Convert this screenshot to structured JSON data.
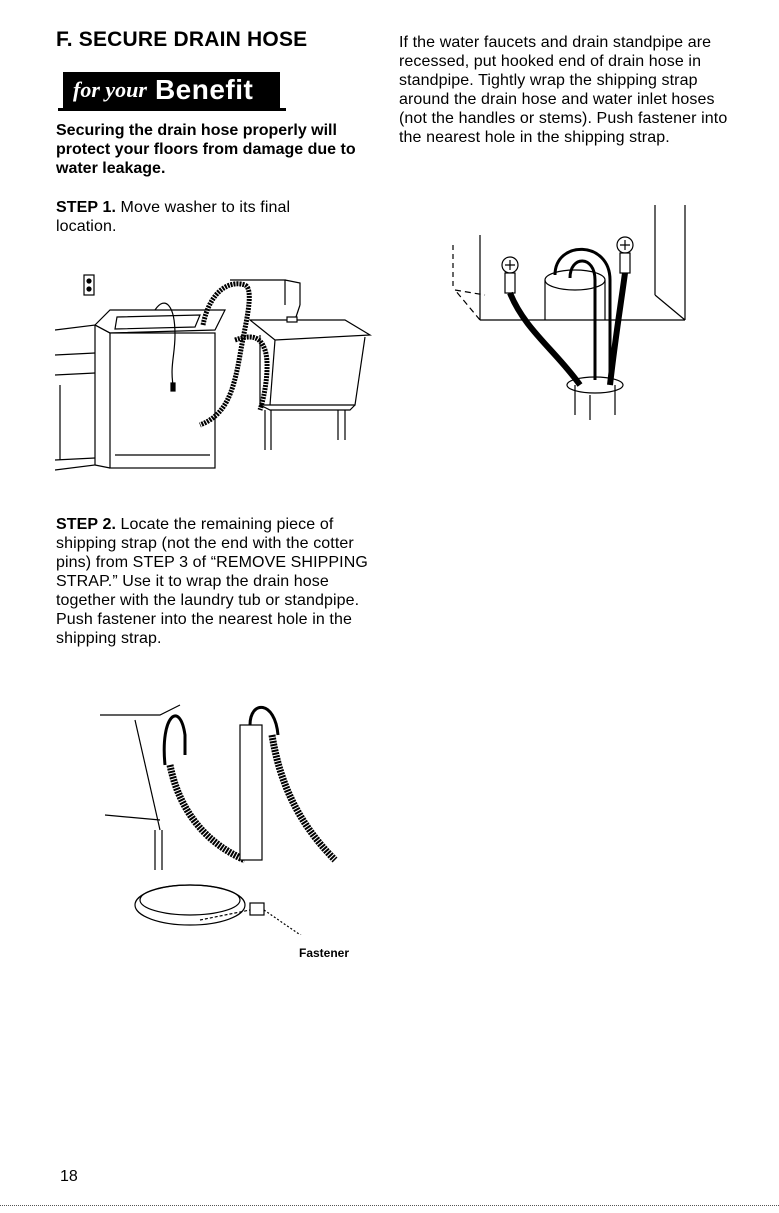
{
  "section_heading": "F. SECURE DRAIN HOSE",
  "badge": {
    "prefix": "for your",
    "word": "Benefit"
  },
  "benefit_text": "Securing the drain hose properly will protect your floors from damage due to water leakage.",
  "step1": {
    "label": "STEP 1.",
    "text": " Move washer to its final location."
  },
  "step2": {
    "label": "STEP 2.",
    "text": " Locate the remaining piece of shipping strap (not the end with the cotter pins) from STEP 3 of “REMOVE SHIPPING STRAP.” Use it to wrap the drain hose together with the laundry tub or standpipe. Push fastener into the nearest hole in the shipping strap."
  },
  "recessed_text": "If the water faucets and drain standpipe are recessed, put hooked end of drain hose in standpipe. Tightly wrap the shipping strap around the drain hose and water inlet hoses (not the handles or stems). Push fastener into the nearest hole in the shipping strap.",
  "fastener_label": "Fastener",
  "page_number": "18"
}
